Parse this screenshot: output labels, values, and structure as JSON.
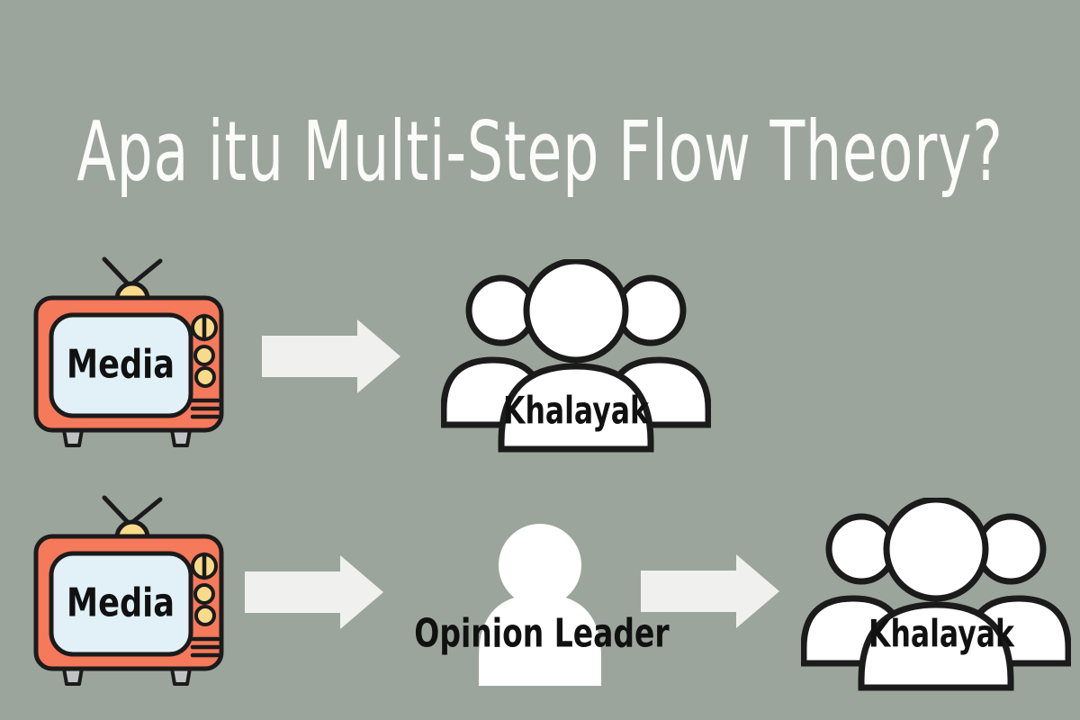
{
  "title": {
    "text": "Apa itu Multi-Step Flow Theory?"
  },
  "flows": {
    "two_step": {
      "media_label": "Media",
      "audience_label": "Khalayak"
    },
    "multi_step": {
      "media_label": "Media",
      "opinion_leader_label": "Opinion Leader",
      "audience_label": "Khalayak"
    }
  },
  "icons": {
    "media": "tv-icon",
    "flow": "arrow-right-icon",
    "audience": "people-group-icon",
    "opinion_leader": "person-icon"
  },
  "colors": {
    "background": "#9CA59C",
    "title_text": "#FBFCF9",
    "arrow_fill": "#F0F1EE",
    "tv_body": "#F5795B",
    "tv_screen": "#E1F1F7",
    "tv_knobs": "#F8DB8A",
    "tv_feet": "#C0C2C4",
    "outline": "#1B1B1B",
    "figure_fill": "#FFFFFF",
    "label_text": "#111111"
  }
}
